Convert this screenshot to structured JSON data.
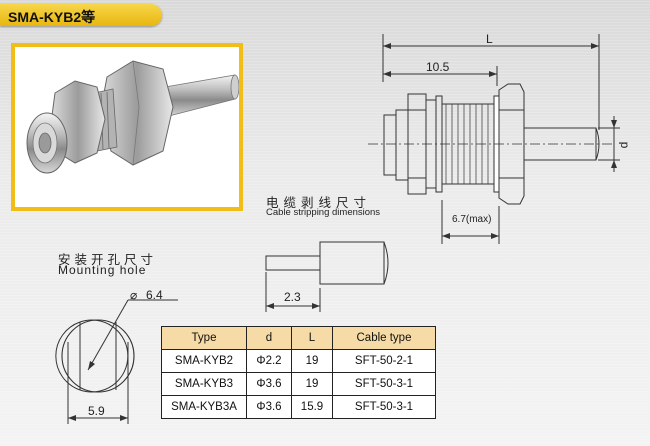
{
  "title": "SMA-KYB2等",
  "labels": {
    "total_length": "L",
    "front_length": "10.5",
    "thread_dia": "d",
    "panel_max": "6.7(max)",
    "cable_title_cn": "电缆剥线尺寸",
    "cable_title_en": "Cable stripping dimensions",
    "strip_length": "2.3",
    "mount_title_cn": "安装开孔尺寸",
    "mount_title_en": "Mounting hole",
    "hole_dia": "6.4",
    "flat_width": "5.9"
  },
  "table": {
    "headers": [
      "Type",
      "d",
      "L",
      "Cable type"
    ],
    "rows": [
      [
        "SMA-KYB2",
        "Φ2.2",
        "19",
        "SFT-50-2-1"
      ],
      [
        "SMA-KYB3",
        "Φ3.6",
        "19",
        "SFT-50-3-1"
      ],
      [
        "SMA-KYB3A",
        "Φ3.6",
        "15.9",
        "SFT-50-3-1"
      ]
    ]
  }
}
